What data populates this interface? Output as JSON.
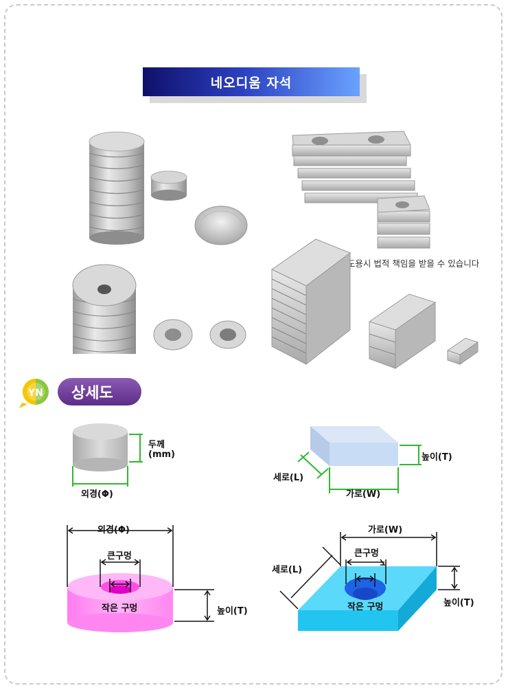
{
  "title": "네오디움 자석",
  "notice": "※ 무단 이미지 도용시 법적 책임을 받을 수 있습니다",
  "detail_heading": "상세도",
  "logo_text": "YN",
  "diagram_disc": {
    "thickness_label_1": "두께",
    "thickness_label_2": "(mm)",
    "diameter_label": "외경(Φ)"
  },
  "diagram_block": {
    "height_label": "높이(T)",
    "length_label": "세로(L)",
    "width_label": "가로(W)"
  },
  "diagram_ring": {
    "diameter_label": "외경(Φ)",
    "large_hole_label": "큰구멍",
    "small_hole_label": "작은 구멍",
    "height_label": "높이(T)"
  },
  "diagram_block_hole": {
    "width_label": "가로(W)",
    "large_hole_label": "큰구멍",
    "length_label": "세로(L)",
    "small_hole_label": "작은 구멍",
    "height_label": "높이(T)"
  },
  "colors": {
    "banner_dark": "#10106a",
    "banner_light": "#6aa2ff",
    "badge_purple": "#6a3a98",
    "dim_green": "#2eb82e",
    "ring_pink": "#ff7cf0",
    "block_cyan": "#22c4f0",
    "block_light_blue": "#c9dcf5"
  }
}
